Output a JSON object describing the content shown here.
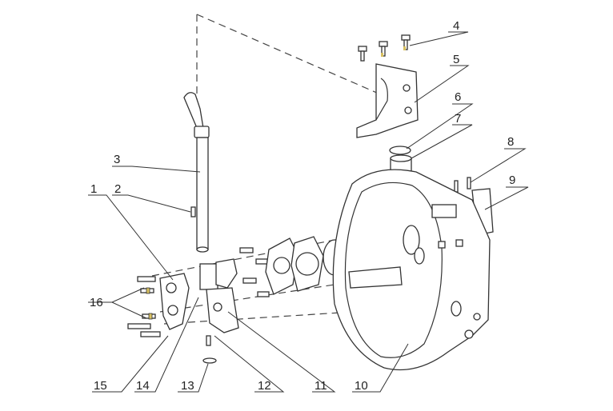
{
  "callouts": {
    "c1": "1",
    "c2": "2",
    "c3": "3",
    "c4": "4",
    "c5": "5",
    "c6": "6",
    "c7": "7",
    "c8": "8",
    "c9": "9",
    "c10": "10",
    "c11": "11",
    "c12": "12",
    "c13": "13",
    "c14": "14",
    "c15": "15",
    "c16": "16"
  },
  "colors": {
    "line": "#333333",
    "accent_washer": "#d8c060"
  }
}
